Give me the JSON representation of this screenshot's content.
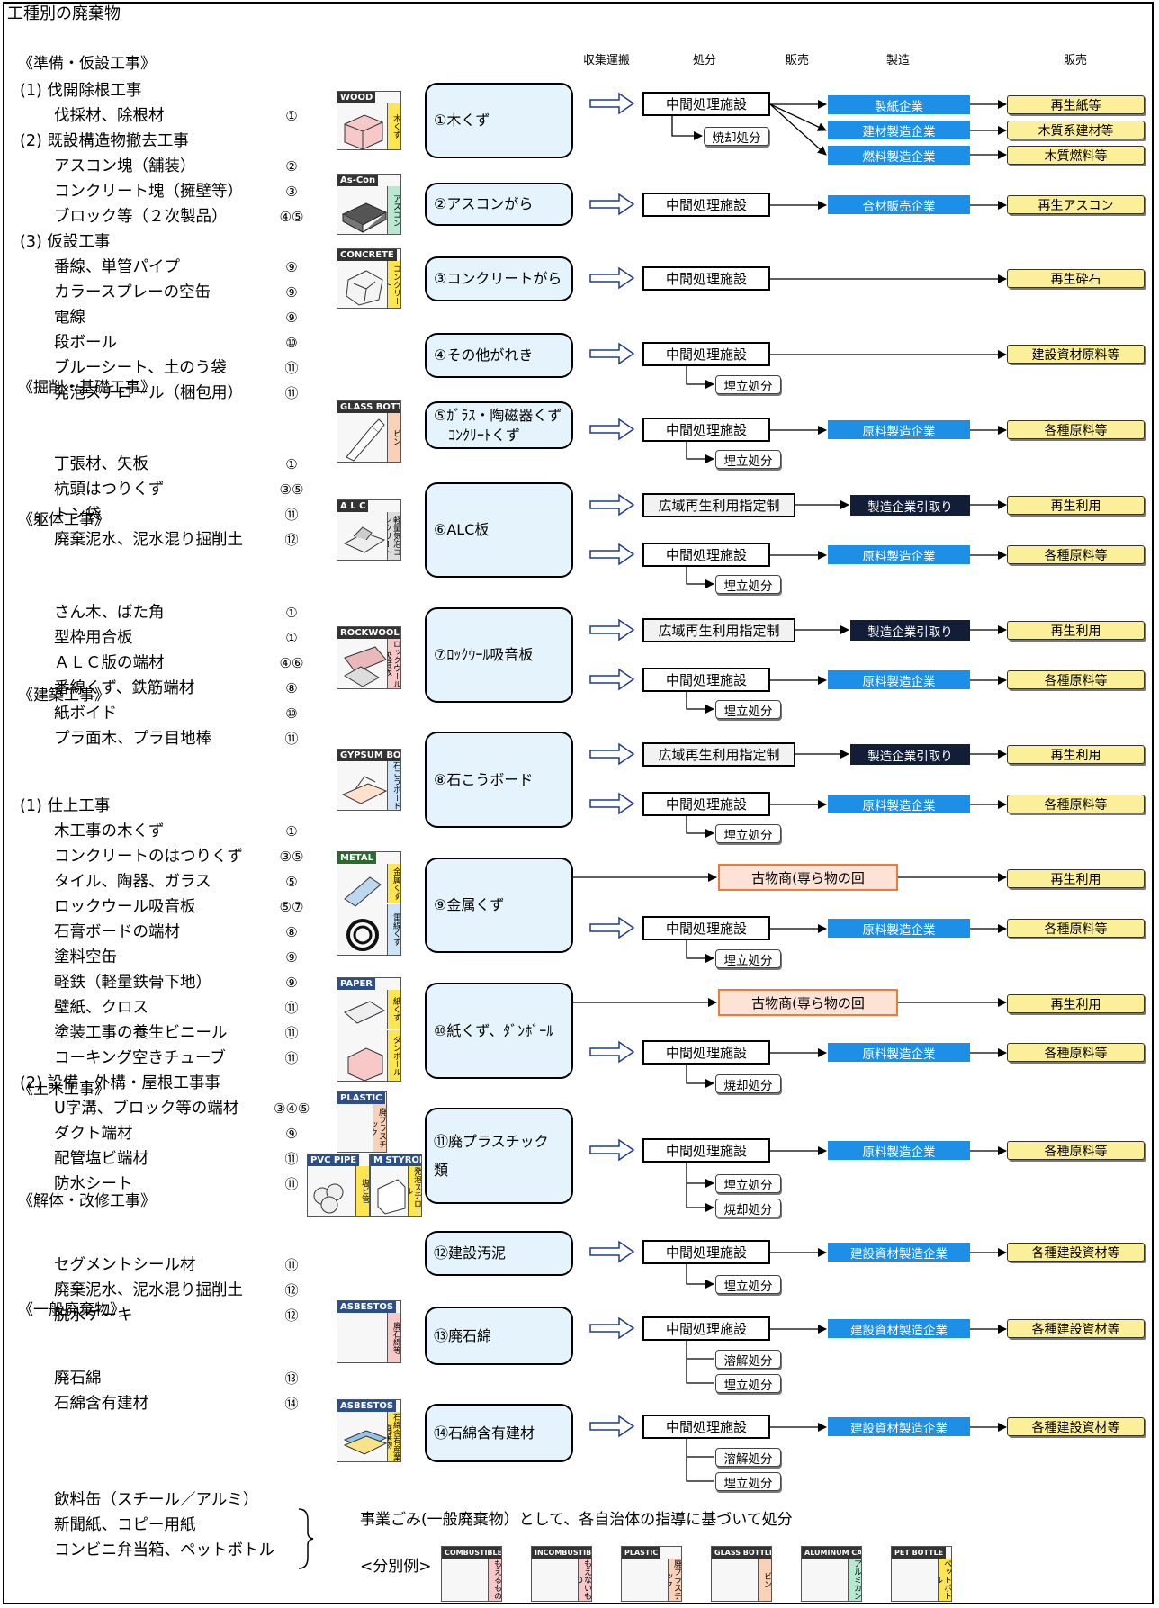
{
  "title": "工種別の廃棄物",
  "headers": {
    "collect": "収集運搬",
    "dispose": "処分",
    "sell1": "販売",
    "manufacture": "製造",
    "sell2": "販売"
  },
  "sections": {
    "prep": "《準備・仮設工事》",
    "excav": "《掘削・基礎工事》",
    "frame": "《躯体工事》",
    "build": "《建築工事》",
    "civil": "《土木工事》",
    "demol": "《解体・改修工事》",
    "general": "《一般廃棄物》"
  },
  "left_items": [
    {
      "text": "(1) 伐開除根工事",
      "num": ""
    },
    {
      "text": "伐採材、除根材",
      "num": "①"
    },
    {
      "text": "(2) 既設構造物撤去工事",
      "num": ""
    },
    {
      "text": "アスコン塊（舗装）",
      "num": "②"
    },
    {
      "text": "コンクリート塊（擁壁等）",
      "num": "③"
    },
    {
      "text": "ブロック等（２次製品）",
      "num": "④⑤"
    },
    {
      "text": "(3) 仮設工事",
      "num": ""
    },
    {
      "text": "番線、単管パイプ",
      "num": "⑨"
    },
    {
      "text": "カラースプレーの空缶",
      "num": "⑨"
    },
    {
      "text": "電線",
      "num": "⑨"
    },
    {
      "text": "段ボール",
      "num": "⑩"
    },
    {
      "text": "ブルーシート、土のう袋",
      "num": "⑪"
    },
    {
      "text": "発泡スチロール（梱包用）",
      "num": "⑪"
    },
    {
      "text": "丁張材、矢板",
      "num": "①"
    },
    {
      "text": "杭頭はつりくず",
      "num": "③⑤"
    },
    {
      "text": "トン袋",
      "num": "⑪"
    },
    {
      "text": "廃棄泥水、泥水混り掘削土",
      "num": "⑫"
    },
    {
      "text": "さん木、ばた角",
      "num": "①"
    },
    {
      "text": "型枠用合板",
      "num": "①"
    },
    {
      "text": "ＡＬＣ版の端材",
      "num": "④⑥"
    },
    {
      "text": "番線くず、鉄筋端材",
      "num": "⑧"
    },
    {
      "text": "紙ボイド",
      "num": "⑩"
    },
    {
      "text": "プラ面木、プラ目地棒",
      "num": "⑪"
    },
    {
      "text": "(1) 仕上工事",
      "num": ""
    },
    {
      "text": "木工事の木くず",
      "num": "①"
    },
    {
      "text": "コンクリートのはつりくず",
      "num": "③⑤"
    },
    {
      "text": "タイル、陶器、ガラス",
      "num": "⑤"
    },
    {
      "text": "ロックウール吸音板",
      "num": "⑤⑦"
    },
    {
      "text": "石膏ボードの端材",
      "num": "⑧"
    },
    {
      "text": "塗料空缶",
      "num": "⑨"
    },
    {
      "text": "軽鉄（軽量鉄骨下地）",
      "num": "⑨"
    },
    {
      "text": "壁紙、クロス",
      "num": "⑪"
    },
    {
      "text": "塗装工事の養生ビニール",
      "num": "⑪"
    },
    {
      "text": "コーキング空きチューブ",
      "num": "⑪"
    },
    {
      "text": "(2) 設備・外構・屋根工事事",
      "num": ""
    },
    {
      "text": "U字溝、ブロック等の端材",
      "num": "③④⑤"
    },
    {
      "text": "ダクト端材",
      "num": "⑨"
    },
    {
      "text": "配管塩ビ端材",
      "num": "⑪"
    },
    {
      "text": "防水シート",
      "num": "⑪"
    },
    {
      "text": "セグメントシール材",
      "num": "⑪"
    },
    {
      "text": "廃棄泥水、泥水混り掘削土",
      "num": "⑫"
    },
    {
      "text": "脱水ケーキ",
      "num": "⑫"
    },
    {
      "text": "廃石綿",
      "num": "⑬"
    },
    {
      "text": "石綿含有建材",
      "num": "⑭"
    },
    {
      "text": "飲料缶（スチール／アルミ）",
      "num": ""
    },
    {
      "text": "新聞紙、コピー用紙",
      "num": ""
    },
    {
      "text": "コンビニ弁当箱、ペットボトル",
      "num": ""
    }
  ],
  "icons": {
    "wood": "WOOD",
    "wood_side": "木くず",
    "ascon": "As-Con",
    "ascon_side": "アスコン",
    "concrete": "CONCRETE",
    "concrete_side": "コンクリート",
    "glass": "GLASS BOTTLE",
    "glass_side": "ビン",
    "alc": "A L C",
    "alc_side": "軽量気泡コンクリート",
    "rockwool": "ROCKWOOL BOARD",
    "rockwool_side": "ロックウール吸音板",
    "gypsum": "GYPSUM BOARDS",
    "gypsum_side": "石こうボード",
    "metal": "METAL",
    "metal_side": "金属くず",
    "metal_side2": "電線くず",
    "paper": "PAPER",
    "paper_side": "紙くず",
    "paper_side2": "ダンボール",
    "plastic": "PLASTIC",
    "plastic_side": "廃プラスチック",
    "pvc": "PVC PIPE",
    "pvc_side": "塩ビ管",
    "styrol": "M STYROL",
    "styrol_side": "発泡スチロール",
    "asbestos": "ASBESTOS",
    "asbestos_side": "廃石綿等",
    "asbestos2": "ASBESTOS",
    "asbestos2_side": "石綿含有産業廃棄物"
  },
  "items": {
    "i1": "①木くず",
    "i2": "②アスコンがら",
    "i3": "③コンクリートがら",
    "i4": "④その他がれき",
    "i5a": "⑤ｶﾞﾗｽ・陶磁器くず",
    "i5b": "ｺﾝｸﾘｰﾄくず",
    "i6": "⑥ALC板",
    "i7": "⑦ﾛｯｸｳｰﾙ吸音板",
    "i8": "⑧石こうボード",
    "i9": "⑨金属くず",
    "i10": "⑩紙くず、ﾀﾞﾝﾎﾞｰﾙ",
    "i11a": "⑪廃プラスチック",
    "i11b": "類",
    "i12": "⑫建設汚泥",
    "i13": "⑬廃石綿",
    "i14": "⑭石綿含有建材"
  },
  "labels": {
    "mid": "中間処理施設",
    "wide": "広域再生利用指定制",
    "antique": "古物商(専ら物の回",
    "burn": "焼却処分",
    "landfill": "埋立処分",
    "melt": "溶解処分",
    "paper_co": "製紙企業",
    "build_co": "建材製造企業",
    "fuel_co": "燃料製造企業",
    "mix_co": "合材販売企業",
    "raw_co": "原料製造企業",
    "maker_take": "製造企業引取り",
    "bmat_co": "建設資材製造企業",
    "p_paper": "再生紙等",
    "p_woodbuild": "木質系建材等",
    "p_woodfuel": "木質燃料等",
    "p_ascon": "再生アスコン",
    "p_stone": "再生砕石",
    "p_bmat": "建設資材原料等",
    "p_raw": "各種原料等",
    "p_reuse": "再生利用",
    "p_bmats": "各種建設資材等"
  },
  "general": {
    "note": "事業ごみ(一般廃棄物）として、各自治体の指導に基づいて処分",
    "example": "<分別例>",
    "icons": [
      {
        "label": "COMBUSTIBLE",
        "side": "もえるもの"
      },
      {
        "label": "INCOMBUSTIBLE",
        "side": "もえないもの"
      },
      {
        "label": "PLASTIC",
        "side": "廃プラスチック"
      },
      {
        "label": "GLASS BOTTLE",
        "side": "ビン"
      },
      {
        "label": "ALUMINUM CAN",
        "side": "アルミカン"
      },
      {
        "label": "PET BOTTLE",
        "side": "ペットボトル"
      }
    ]
  }
}
